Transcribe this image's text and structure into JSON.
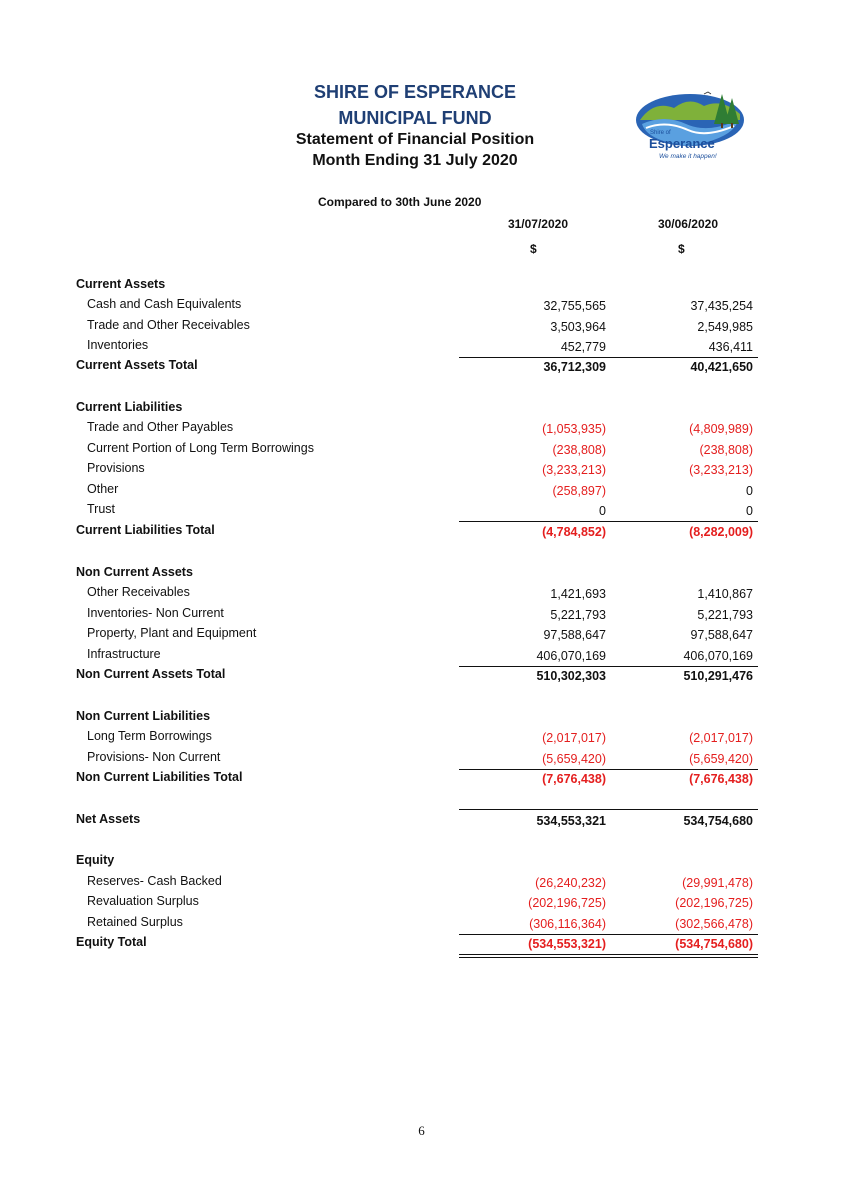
{
  "header": {
    "line1": "SHIRE OF ESPERANCE",
    "line2": "MUNICIPAL FUND",
    "line3": "Statement of Financial Position",
    "line4": "Month Ending 31 July 2020"
  },
  "logo": {
    "small": "Shire of",
    "name": "Esperance",
    "tagline": "We make it happen!"
  },
  "comparison": {
    "title": "Compared to 30th June 2020",
    "col1": "31/07/2020",
    "col2": "30/06/2020",
    "currency1": "$",
    "currency2": "$"
  },
  "sections": {
    "current_assets": {
      "title": "Current Assets",
      "items": [
        {
          "label": "Cash and Cash Equivalents",
          "v1": "32,755,565",
          "v2": "37,435,254"
        },
        {
          "label": "Trade and Other Receivables",
          "v1": "3,503,964",
          "v2": "2,549,985"
        },
        {
          "label": "Inventories",
          "v1": "452,779",
          "v2": "436,411"
        }
      ],
      "total": {
        "label": "Current Assets Total",
        "v1": "36,712,309",
        "v2": "40,421,650"
      }
    },
    "current_liabilities": {
      "title": "Current Liabilities",
      "items": [
        {
          "label": "Trade and Other Payables",
          "v1": "(1,053,935)",
          "v2": "(4,809,989)"
        },
        {
          "label": "Current Portion of Long Term Borrowings",
          "v1": "(238,808)",
          "v2": "(238,808)"
        },
        {
          "label": "Provisions",
          "v1": "(3,233,213)",
          "v2": "(3,233,213)"
        },
        {
          "label": "Other",
          "v1": "(258,897)",
          "v2": "0"
        },
        {
          "label": "Trust",
          "v1": "0",
          "v2": "0"
        }
      ],
      "total": {
        "label": "Current Liabilities Total",
        "v1": "(4,784,852)",
        "v2": "(8,282,009)"
      }
    },
    "non_current_assets": {
      "title": "Non Current Assets",
      "items": [
        {
          "label": "Other Receivables",
          "v1": "1,421,693",
          "v2": "1,410,867"
        },
        {
          "label": "Inventories- Non Current",
          "v1": "5,221,793",
          "v2": "5,221,793"
        },
        {
          "label": "Property, Plant and Equipment",
          "v1": "97,588,647",
          "v2": "97,588,647"
        },
        {
          "label": "Infrastructure",
          "v1": "406,070,169",
          "v2": "406,070,169"
        }
      ],
      "total": {
        "label": "Non Current Assets Total",
        "v1": "510,302,303",
        "v2": "510,291,476"
      }
    },
    "non_current_liabilities": {
      "title": "Non Current Liabilities",
      "items": [
        {
          "label": "Long Term Borrowings",
          "v1": "(2,017,017)",
          "v2": "(2,017,017)"
        },
        {
          "label": "Provisions- Non Current",
          "v1": "(5,659,420)",
          "v2": "(5,659,420)"
        }
      ],
      "total": {
        "label": "Non Current Liabilities Total",
        "v1": "(7,676,438)",
        "v2": "(7,676,438)"
      }
    },
    "net_assets": {
      "label": "Net Assets",
      "v1": "534,553,321",
      "v2": "534,754,680"
    },
    "equity": {
      "title": "Equity",
      "items": [
        {
          "label": "Reserves- Cash Backed",
          "v1": "(26,240,232)",
          "v2": "(29,991,478)"
        },
        {
          "label": "Revaluation Surplus",
          "v1": "(202,196,725)",
          "v2": "(202,196,725)"
        },
        {
          "label": "Retained Surplus",
          "v1": "(306,116,364)",
          "v2": "(302,566,478)"
        }
      ],
      "total": {
        "label": "Equity Total",
        "v1": "(534,553,321)",
        "v2": "(534,754,680)"
      }
    }
  },
  "colors": {
    "heading": "#1f3f74",
    "negative": "#e41e1e"
  },
  "footer": {
    "page_number": "6"
  }
}
